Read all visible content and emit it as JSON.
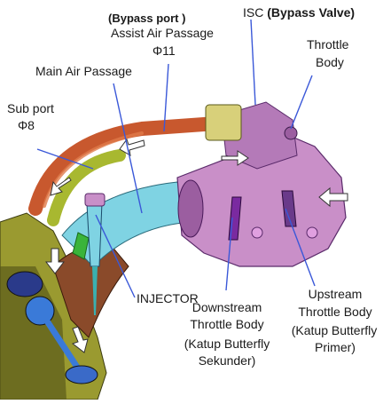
{
  "colors": {
    "pink_body": "#c98fc8",
    "pink_dark": "#9b5ea0",
    "copper_pipe": "#c8582e",
    "cyan_duct": "#7fd3e3",
    "olive_head": "#8a8a2a",
    "yellow_isc": "#d8d07a",
    "leader_line": "#3a58d8",
    "arrow_fill": "#ffffff"
  },
  "labels": {
    "bypass_port": "(Bypass port )",
    "assist_air": "Assist Air Passage",
    "assist_dia": "Φ11",
    "isc_prefix": "ISC ",
    "isc_bold": "(Bypass Valve)",
    "throttle_body": [
      "Throttle",
      "Body"
    ],
    "main_air": "Main Air Passage",
    "sub_port": "Sub port",
    "sub_dia": "Φ8",
    "injector": "INJECTOR",
    "downstream": [
      "Downstream",
      "Throttle Body",
      "(Katup Butterfly",
      "Sekunder)"
    ],
    "upstream": [
      "Upstream",
      "Throttle Body",
      "(Katup Butterfly",
      "Primer)"
    ]
  }
}
